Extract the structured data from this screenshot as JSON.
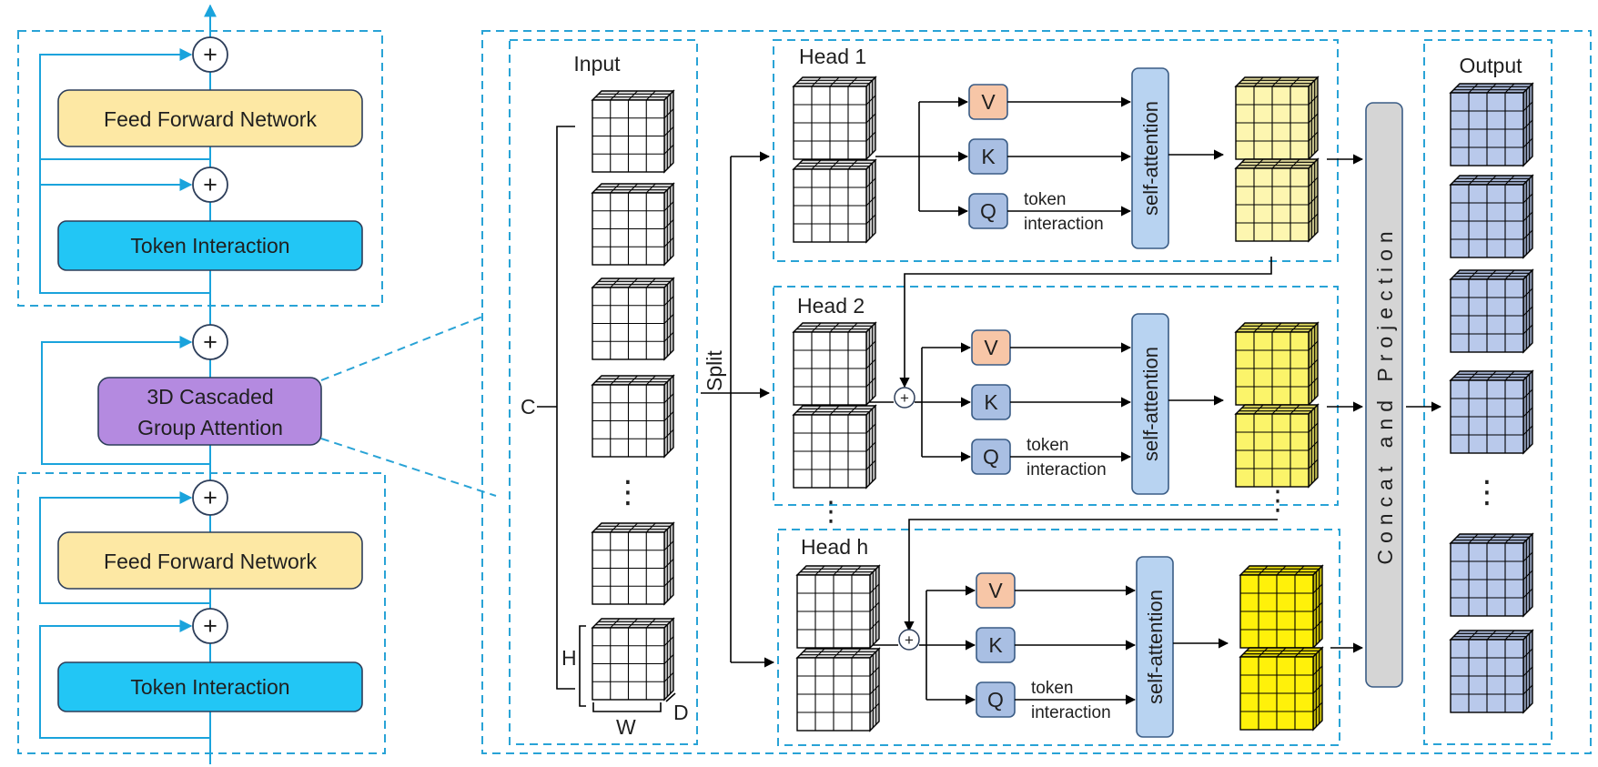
{
  "left_panel": {
    "top_block": {
      "ffn_label": "Feed Forward Network",
      "token_label": "Token Interaction"
    },
    "middle": {
      "attention_label_line1": "3D Cascaded",
      "attention_label_line2": "Group Attention"
    },
    "bottom_block": {
      "ffn_label": "Feed Forward Network",
      "token_label": "Token Interaction"
    },
    "plus_symbol": "+"
  },
  "right_panel": {
    "input_title": "Input",
    "output_title": "Output",
    "split_label": "Split",
    "dim_labels": {
      "c": "C",
      "h": "H",
      "w": "W",
      "d": "D"
    },
    "ellipsis": "⋮",
    "heads": [
      {
        "title": "Head 1",
        "v": "V",
        "k": "K",
        "q": "Q",
        "token": "token",
        "interaction": "interaction",
        "sa": "self-attention"
      },
      {
        "title": "Head 2",
        "v": "V",
        "k": "K",
        "q": "Q",
        "token": "token",
        "interaction": "interaction",
        "sa": "self-attention"
      },
      {
        "title": "Head h",
        "v": "V",
        "k": "K",
        "q": "Q",
        "token": "token",
        "interaction": "interaction",
        "sa": "self-attention"
      }
    ],
    "concat_label": "Concat and Projection"
  },
  "colors": {
    "panel_bg": "#eef5ea",
    "dash_border": "#29a3d6",
    "ffn_fill": "#fde8a4",
    "token_fill": "#22c6f5",
    "attention_fill": "#b48ae0",
    "v_fill": "#f7c6a7",
    "kq_fill": "#a9bfe3",
    "sa_fill": "#b8d3f1",
    "concat_fill": "#d5d5d5",
    "head1_cube": "#fdf6b0",
    "head2_cube": "#fbf46a",
    "headh_cube": "#fff10a",
    "output_cube": "#b9c9eb"
  }
}
